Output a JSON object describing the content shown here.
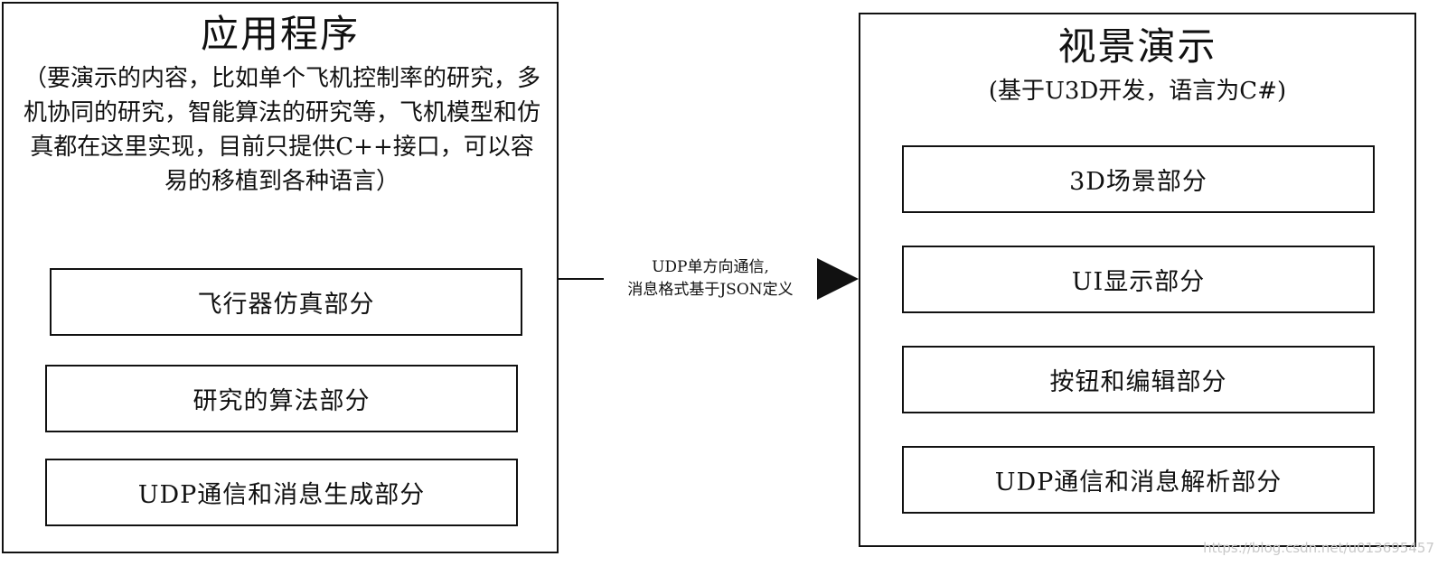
{
  "application": {
    "title": "应用程序",
    "description": "（要演示的内容，比如单个飞机控制率的研究，多机协同的研究，智能算法的研究等，飞机模型和仿真都在这里实现，目前只提供C++接口，可以容易的移植到各种语言）",
    "modules": [
      "飞行器仿真部分",
      "研究的算法部分",
      "UDP通信和消息生成部分"
    ]
  },
  "visualization": {
    "title": "视景演示",
    "description": "(基于U3D开发，语言为C#)",
    "modules": [
      "3D场景部分",
      "UI显示部分",
      "按钮和编辑部分",
      "UDP通信和消息解析部分"
    ]
  },
  "connection": {
    "label_line1": "UDP单方向通信,",
    "label_line2": "消息格式基于JSON定义"
  },
  "watermark": "https://blog.csdn.net/u013695457"
}
